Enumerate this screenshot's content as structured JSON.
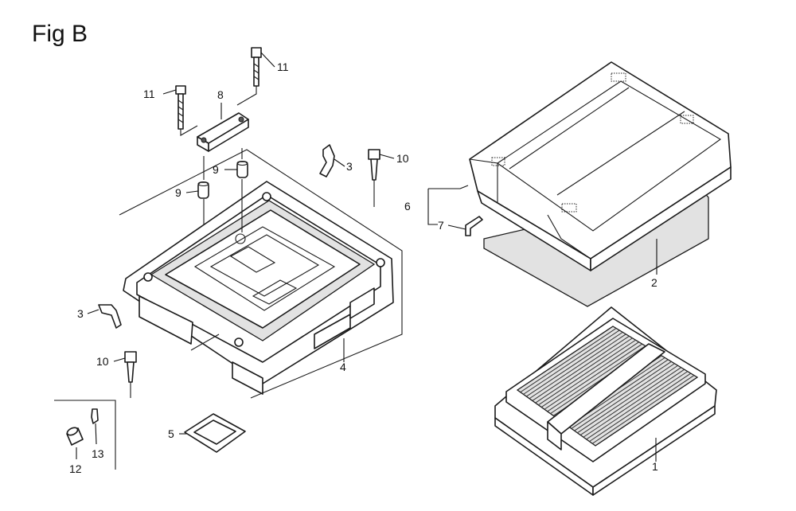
{
  "figure": {
    "title": "Fig B"
  },
  "parts": [
    {
      "ref": "1"
    },
    {
      "ref": "2"
    },
    {
      "ref": "3"
    },
    {
      "ref": "3"
    },
    {
      "ref": "4"
    },
    {
      "ref": "5"
    },
    {
      "ref": "6"
    },
    {
      "ref": "7"
    },
    {
      "ref": "8"
    },
    {
      "ref": "9"
    },
    {
      "ref": "9"
    },
    {
      "ref": "10"
    },
    {
      "ref": "10"
    },
    {
      "ref": "11"
    },
    {
      "ref": "11"
    },
    {
      "ref": "12"
    },
    {
      "ref": "13"
    }
  ]
}
